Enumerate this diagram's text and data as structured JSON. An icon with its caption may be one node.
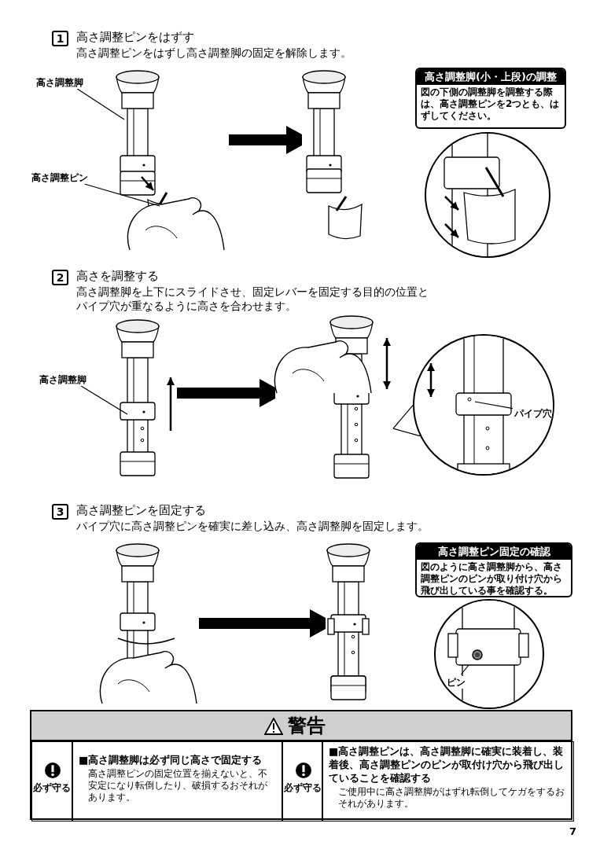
{
  "diagram": {
    "nodes": [
      {
        "text": [
          "1"
        ],
        "beside": [
          "高さ調整ピンをはずす",
          "高さ調整ピンをはずし高さ調整脚の固定を解除します。"
        ]
      },
      {
        "text": [],
        "shape": "picture"
      },
      {
        "text": [
          "高さ調整脚"
        ]
      },
      {
        "text": [
          "高さ調整ピン"
        ]
      },
      {
        "text": [],
        "shape": "picture"
      },
      {
        "text": [
          "高さ調整脚(小・上段)の調整",
          "図の下側の調整脚を調整する際は、高さ調整ピンを2つとも、はずしてください。"
        ]
      },
      {
        "text": [],
        "shape": "circle"
      },
      {
        "text": [
          "2"
        ],
        "beside": [
          "高さを調整する",
          "高さ調整脚を上下にスライドさせ、固定レバーを固定する目的の位置とパイプ穴が重なるように高さを合わせます。"
        ]
      },
      {
        "text": [],
        "shape": "picture"
      },
      {
        "text": [
          "高さ調整脚"
        ]
      },
      {
        "text": [],
        "shape": "picture"
      },
      {
        "text": [],
        "shape": "circle"
      },
      {
        "text": [
          "パイプ穴"
        ],
        "in": 11
      },
      {
        "text": [
          "3"
        ],
        "beside": [
          "高さ調整ピンを固定する",
          "パイプ穴に高さ調整ピンを確実に差し込み、高さ調整脚を固定します。"
        ]
      },
      {
        "text": [],
        "shape": "picture"
      },
      {
        "text": [],
        "shape": "picture"
      },
      {
        "text": [
          "高さ調整ピン固定の確認",
          "図のように高さ調整脚から、高さ調整ピンのピンが取り付け穴から飛び出している事を確認する。"
        ]
      },
      {
        "text": [],
        "shape": "circle"
      },
      {
        "text": [
          "ピン"
        ],
        "in": 17
      },
      {
        "text": [
          "警告"
        ]
      },
      {
        "text": [
          "必ず守る"
        ],
        "in": 19
      },
      {
        "text": [
          "■高さ調整脚は必ず同じ高さで固定する",
          "高さ調整ピンの固定位置を揃えないと、不安定になり転倒したり、破損するおそれがあります。"
        ],
        "in": 19
      },
      {
        "text": [
          "必ず守る"
        ],
        "in": 19
      },
      {
        "text": [
          "■高さ調整ピンは、高さ調整脚に確実に装着し、装着後、高さ調整ピンのピンが取付け穴から飛び出していることを確認する",
          "ご使用中に高さ調整脚がはずれ転倒してケガをするおそれがあります。"
        ],
        "in": 19
      }
    ],
    "edges": [
      {
        "from": 2,
        "to": 1,
        "arrow": "none"
      },
      {
        "from": 3,
        "to": 1,
        "arrow": "none"
      },
      {
        "from": 1,
        "to": 4,
        "arrow": "to",
        "style": "thick"
      },
      {
        "from": 9,
        "to": 8,
        "arrow": "none"
      },
      {
        "from": 8,
        "to": 10,
        "arrow": "to",
        "style": "thick"
      },
      {
        "from": 10,
        "to": 11,
        "arrow": "none"
      },
      {
        "from": 12,
        "to": null,
        "arrow": "none"
      },
      {
        "from": 14,
        "to": 15,
        "arrow": "to",
        "style": "thick"
      },
      {
        "from": 18,
        "to": null,
        "arrow": "none"
      }
    ],
    "labels": [
      "7"
    ]
  }
}
